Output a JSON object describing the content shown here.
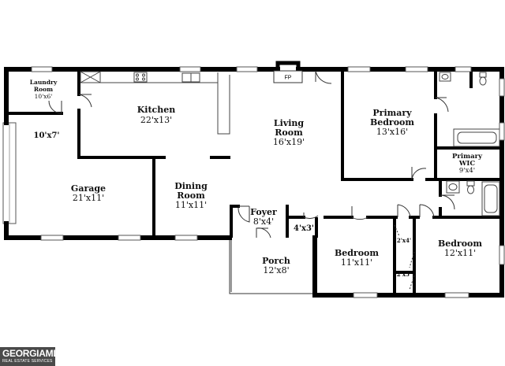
{
  "rooms": [
    {
      "key": "laundry",
      "name_lines": [
        "Laundry",
        "Room"
      ],
      "dim": "10'x6'"
    },
    {
      "key": "kitchen",
      "name_lines": [
        "Kitchen"
      ],
      "dim": "22'x13'"
    },
    {
      "key": "living",
      "name_lines": [
        "Living",
        "Room"
      ],
      "dim": "16'x19'"
    },
    {
      "key": "primary-bedroom",
      "name_lines": [
        "Primary",
        "Bedroom"
      ],
      "dim": "13'x16'"
    },
    {
      "key": "primary-wic",
      "name_lines": [
        "Primary",
        "WIC"
      ],
      "dim": "9'x4'"
    },
    {
      "key": "garage",
      "name_lines": [
        "Garage"
      ],
      "dim": "21'x11'"
    },
    {
      "key": "dining",
      "name_lines": [
        "Dining",
        "Room"
      ],
      "dim": "11'x11'"
    },
    {
      "key": "foyer",
      "name_lines": [
        "Foyer"
      ],
      "dim": "8'x4'"
    },
    {
      "key": "porch",
      "name_lines": [
        "Porch"
      ],
      "dim": "12'x8'"
    },
    {
      "key": "bedroom-2",
      "name_lines": [
        "Bedroom"
      ],
      "dim": "11'x11'"
    },
    {
      "key": "bedroom-3",
      "name_lines": [
        "Bedroom"
      ],
      "dim": "12'x11'"
    }
  ],
  "dims": [
    {
      "key": "garage-storage",
      "text": "10'x7'"
    },
    {
      "key": "hall",
      "text": "4'x3'"
    },
    {
      "key": "closet-a",
      "text": "2'x4'"
    },
    {
      "key": "closet-b",
      "text": "2'x5'"
    }
  ],
  "fireplace_label": "FP",
  "logo": {
    "brand": "GEORGIAMLS",
    "tagline": "REAL ESTATE SERVICES"
  }
}
